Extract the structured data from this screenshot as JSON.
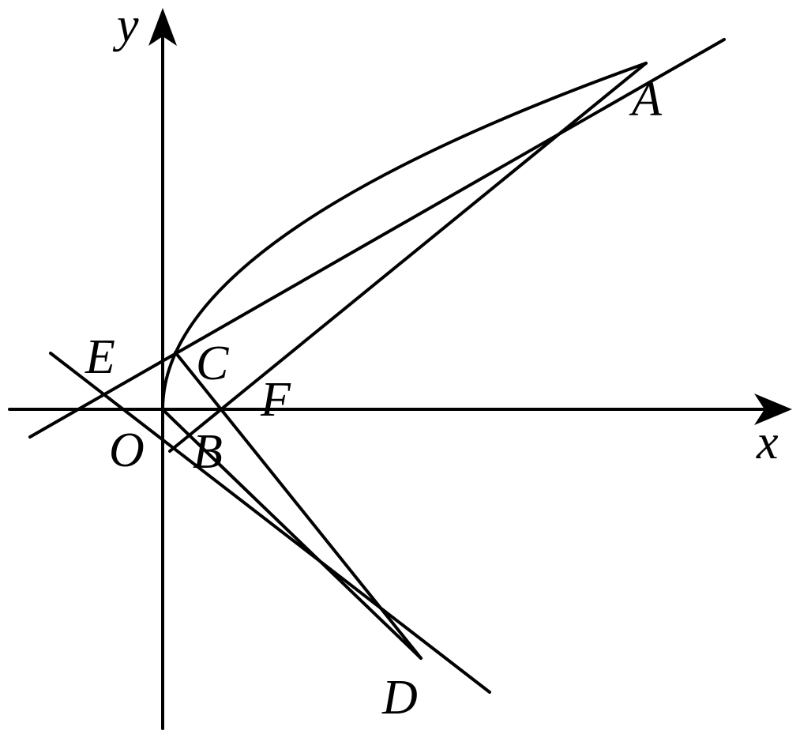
{
  "diagram": {
    "axes": {
      "x_label": "x",
      "y_label": "y",
      "origin_label": "O"
    },
    "points": {
      "A": "A",
      "B": "B",
      "C": "C",
      "D": "D",
      "E": "E",
      "F": "F"
    },
    "colors": {
      "ink": "#000000",
      "background": "#ffffff"
    }
  }
}
